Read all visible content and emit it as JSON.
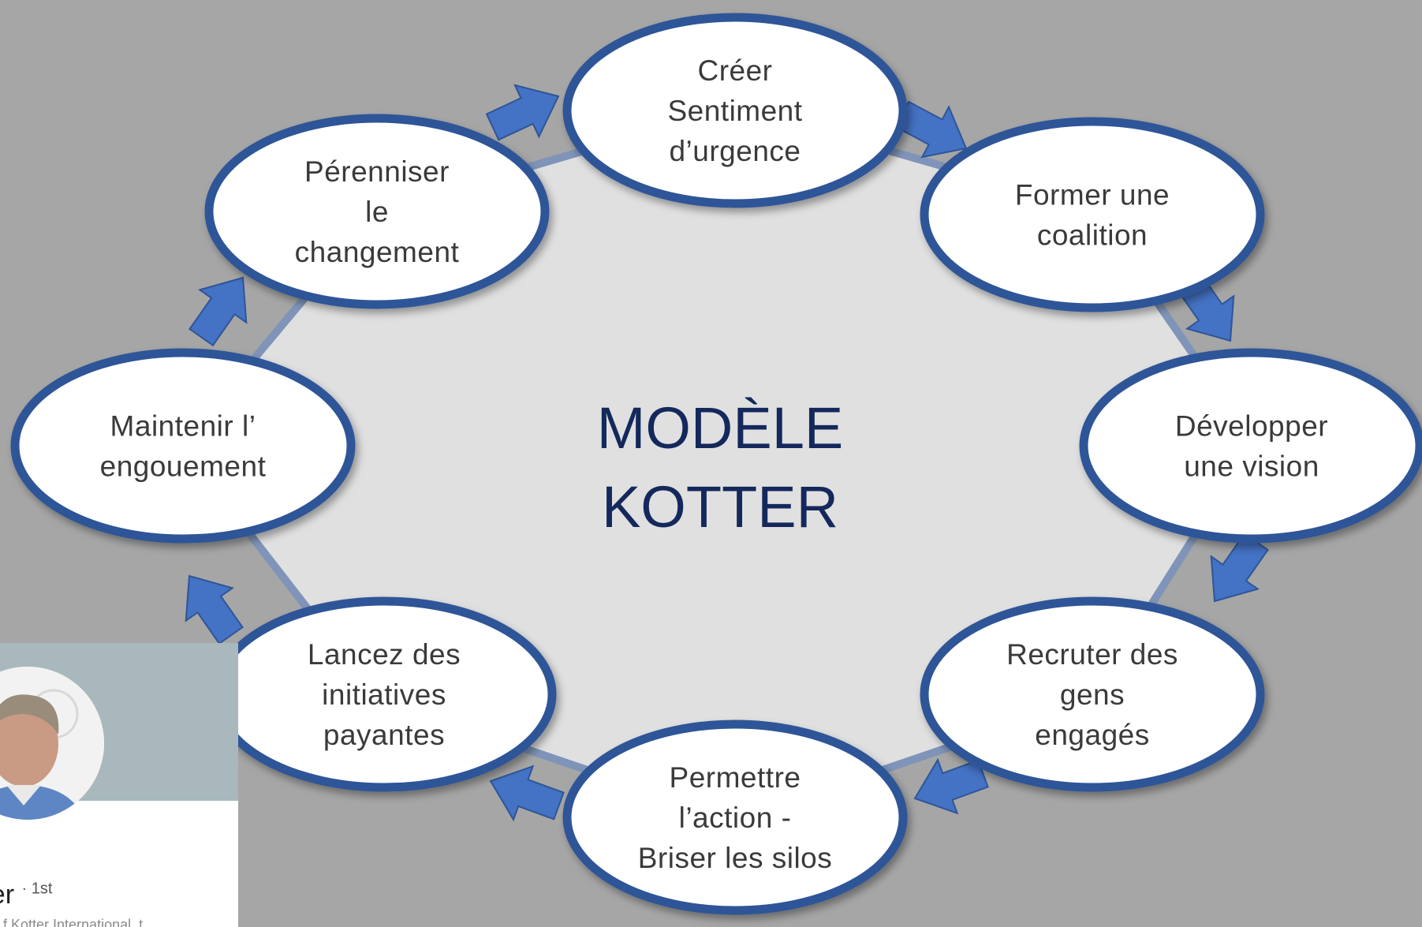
{
  "diagram": {
    "title_lines": [
      "MODÈLE",
      "KOTTER"
    ],
    "colors": {
      "background": "#a6a6a6",
      "center_fill": "#e0e0e0",
      "node_fill": "#ffffff",
      "node_border": "#2f5597",
      "arrow_fill": "#4472c4",
      "title_color": "#14285c",
      "node_text": "#3a3a3a"
    },
    "steps": [
      {
        "id": "step-1",
        "lines": [
          "Créer",
          "Sentiment",
          "d’urgence"
        ]
      },
      {
        "id": "step-2",
        "lines": [
          "Former une",
          "coalition"
        ]
      },
      {
        "id": "step-3",
        "lines": [
          "Développer",
          "une vision"
        ]
      },
      {
        "id": "step-4",
        "lines": [
          "Recruter des",
          "gens",
          "engagés"
        ]
      },
      {
        "id": "step-5",
        "lines": [
          "Permettre",
          "l’action -",
          "Briser les silos"
        ]
      },
      {
        "id": "step-6",
        "lines": [
          "Lancez des",
          "initiatives",
          "payantes"
        ]
      },
      {
        "id": "step-7",
        "lines": [
          "Maintenir l’",
          "engouement"
        ]
      },
      {
        "id": "step-8",
        "lines": [
          "Pérenniser",
          "le",
          "changement"
        ]
      }
    ]
  },
  "profile_card": {
    "name_fragment": "otter",
    "degree": "· 1st",
    "subline": "f Kotter International, t..."
  }
}
